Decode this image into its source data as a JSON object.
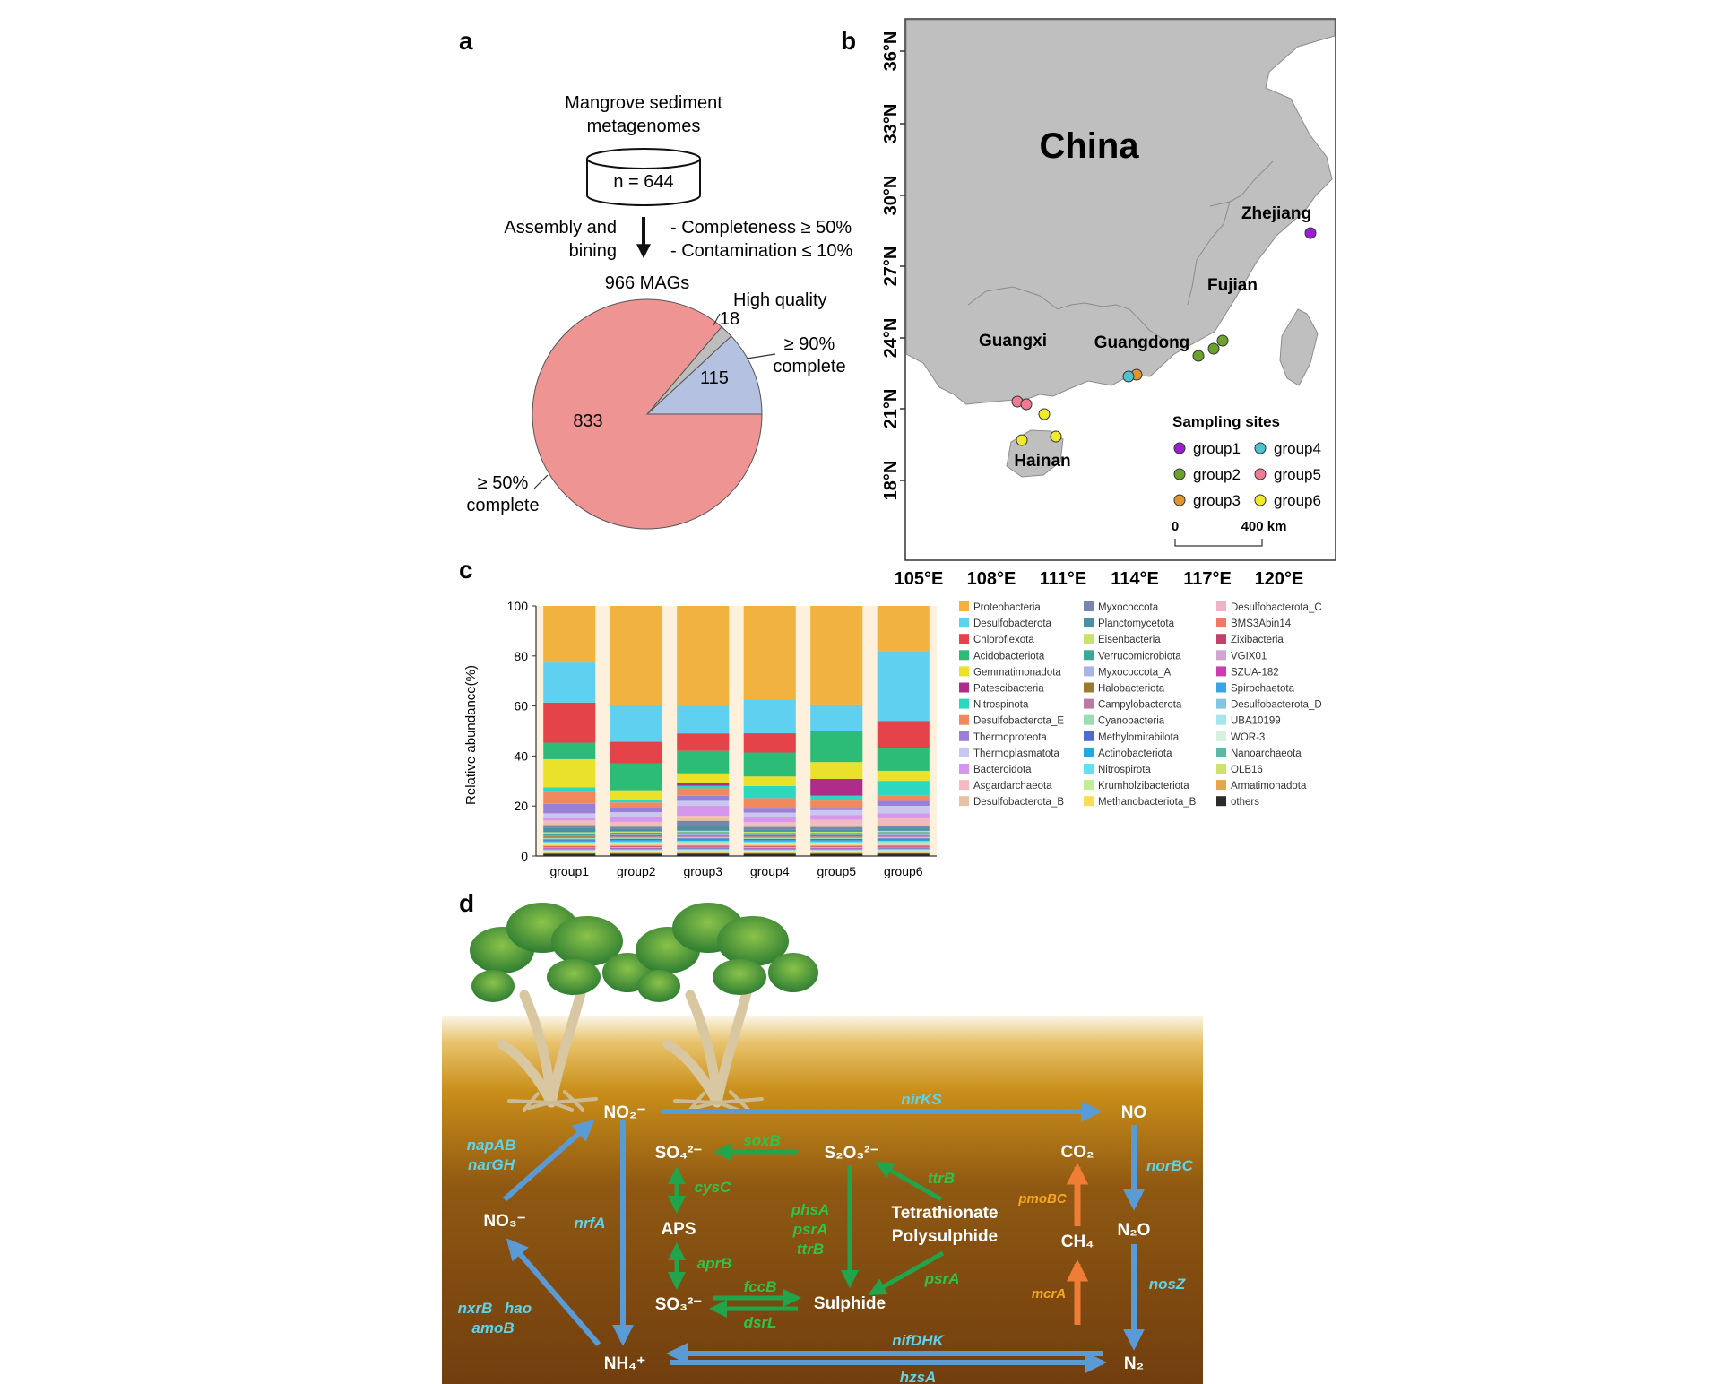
{
  "panels": {
    "a": {
      "letter": "a",
      "db_title_1": "Mangrove sediment",
      "db_title_2": "metagenomes",
      "db_count": "n = 644",
      "step_left_1": "Assembly and",
      "step_left_2": "bining",
      "criteria_1": "- Completeness ≥ 50%",
      "criteria_2": "- Contamination ≤ 10%",
      "mags": "966 MAGs",
      "pie": [
        {
          "label": "833",
          "value": 833,
          "color": "#ee9593",
          "desc_1": "≥ 50%",
          "desc_2": "complete"
        },
        {
          "label": "115",
          "value": 115,
          "color": "#b4c1e0",
          "desc_1": "≥ 90%",
          "desc_2": "complete"
        },
        {
          "label": "18",
          "value": 18,
          "color": "#bdbdbd",
          "desc_1": "High quality",
          "desc_2": ""
        }
      ]
    },
    "b": {
      "letter": "b",
      "country": "China",
      "provinces": [
        "Zhejiang",
        "Fujian",
        "Guangxi",
        "Guangdong",
        "Hainan"
      ],
      "lat_ticks": [
        "36°N",
        "33°N",
        "30°N",
        "27°N",
        "24°N",
        "21°N",
        "18°N"
      ],
      "lon_ticks": [
        "105°E",
        "108°E",
        "111°E",
        "114°E",
        "117°E",
        "120°E"
      ],
      "legend_title": "Sampling sites",
      "groups": [
        {
          "name": "group1",
          "color": "#9b1fd1"
        },
        {
          "name": "group2",
          "color": "#6aa22c"
        },
        {
          "name": "group3",
          "color": "#e2952d"
        },
        {
          "name": "group4",
          "color": "#4fc1cf"
        },
        {
          "name": "group5",
          "color": "#ee7d93"
        },
        {
          "name": "group6",
          "color": "#f0ea2e"
        }
      ],
      "scale_start": "0",
      "scale_end": "400 km"
    },
    "c": {
      "letter": "c"
    },
    "d": {
      "letter": "d",
      "nitrogen": {
        "no2": "NO₂⁻",
        "no": "NO",
        "no3": "NO₃⁻",
        "n2o": "N₂O",
        "nh4": "NH₄⁺",
        "n2": "N₂",
        "g_nirks": "nirKS",
        "g_norbc": "norBC",
        "g_nosz": "nosZ",
        "g_napab": "napAB",
        "g_nargh": "narGH",
        "g_nrfa": "nrfA",
        "g_nxrb": "nxrB",
        "g_hao": "hao",
        "g_amob": "amoB",
        "g_nifdhk": "nifDHK",
        "g_hzsa": "hzsA"
      },
      "sulfur": {
        "so4": "SO₄²⁻",
        "s2o3": "S₂O₃²⁻",
        "aps": "APS",
        "so3": "SO₃²⁻",
        "sulphide": "Sulphide",
        "tetra": "Tetrathionate",
        "poly": "Polysulphide",
        "g_soxb": "soxB",
        "g_cysc": "cysC",
        "g_aprb": "aprB",
        "g_fccb": "fccB",
        "g_dsrl": "dsrL",
        "g_ttrb": "ttrB",
        "g_phsa": "phsA",
        "g_psra": "psrA",
        "g_ttrb2": "ttrB",
        "g_psra2": "psrA"
      },
      "carbon": {
        "co2": "CO₂",
        "ch4": "CH₄",
        "g_pmobc": "pmoBC",
        "g_mcra": "mcrA"
      }
    }
  },
  "chart_data": {
    "type": "bar",
    "stacked": true,
    "ylabel": "Relative abundance(%)",
    "ylim": [
      0,
      100
    ],
    "yticks": [
      0,
      20,
      40,
      60,
      80,
      100
    ],
    "categories": [
      "group1",
      "group2",
      "group3",
      "group4",
      "group5",
      "group6"
    ],
    "series": [
      {
        "name": "Proteobacteria",
        "color": "#f2b23f",
        "values": [
          24,
          41,
          40,
          39,
          41,
          18
        ]
      },
      {
        "name": "Desulfobacterota",
        "color": "#5fd0ef",
        "values": [
          17,
          15,
          11,
          14,
          11,
          28
        ]
      },
      {
        "name": "Chloroflexota",
        "color": "#e4434a",
        "values": [
          17,
          9,
          7,
          8,
          0,
          11
        ]
      },
      {
        "name": "Acidobacteriota",
        "color": "#2dbb78",
        "values": [
          7,
          11,
          9,
          10,
          13,
          9
        ]
      },
      {
        "name": "Gemmatimonadota",
        "color": "#eae12b",
        "values": [
          12,
          4,
          4,
          4,
          7,
          4
        ]
      },
      {
        "name": "Patescibacteria",
        "color": "#b02c8a",
        "values": [
          0,
          0,
          1,
          0,
          7,
          0
        ]
      },
      {
        "name": "Nitrospinota",
        "color": "#2cd8bf",
        "values": [
          2,
          1,
          1,
          5,
          2,
          6
        ]
      },
      {
        "name": "Desulfobacterota_E",
        "color": "#f08a5e",
        "values": [
          5,
          2,
          3,
          4,
          3,
          2
        ]
      },
      {
        "name": "Thermoproteota",
        "color": "#9a7fd6",
        "values": [
          4,
          2,
          2,
          2,
          1,
          2
        ]
      },
      {
        "name": "Thermoplasmatota",
        "color": "#c9c6ef",
        "values": [
          2,
          2,
          2,
          2,
          2,
          3
        ]
      },
      {
        "name": "Bacteroidota",
        "color": "#d597ee",
        "values": [
          1,
          2,
          4,
          2,
          2,
          2
        ]
      },
      {
        "name": "Asgardarchaeota",
        "color": "#f4bac0",
        "values": [
          1,
          1,
          1,
          1,
          2,
          2
        ]
      },
      {
        "name": "Desulfobacterota_B",
        "color": "#e7c2a4",
        "values": [
          1,
          1,
          1,
          1,
          1,
          1
        ]
      },
      {
        "name": "Myxococcota",
        "color": "#7a84b1",
        "values": [
          1,
          1,
          2,
          1,
          1,
          1
        ]
      },
      {
        "name": "Planctomycetota",
        "color": "#4a8fa3",
        "values": [
          2,
          1,
          2,
          1,
          1,
          1
        ]
      },
      {
        "name": "Eisenbacteria",
        "color": "#c9e26a",
        "values": [
          0.5,
          0.5,
          0.5,
          0.5,
          0.5,
          0.5
        ]
      },
      {
        "name": "Verrucomicrobiota",
        "color": "#3aa997",
        "values": [
          0.5,
          0.5,
          0.5,
          0.5,
          0.5,
          0.5
        ]
      },
      {
        "name": "Myxococcota_A",
        "color": "#a9b5e3",
        "values": [
          0.5,
          0.5,
          0.5,
          0.5,
          0.5,
          0.5
        ]
      },
      {
        "name": "Halobacteriota",
        "color": "#9b7b2f",
        "values": [
          0.5,
          0.5,
          0.5,
          0.5,
          0.5,
          0.5
        ]
      },
      {
        "name": "Campylobacterota",
        "color": "#bb79a4",
        "values": [
          0.5,
          0.5,
          0.5,
          0.5,
          0.5,
          0.5
        ]
      },
      {
        "name": "Cyanobacteria",
        "color": "#9cdbb4",
        "values": [
          0.5,
          0.5,
          0.5,
          0.5,
          0.5,
          0.5
        ]
      },
      {
        "name": "Methylomirabilota",
        "color": "#4d6bd2",
        "values": [
          0.5,
          0.5,
          0.5,
          0.5,
          0.5,
          0.5
        ]
      },
      {
        "name": "Actinobacteriota",
        "color": "#25a7e0",
        "values": [
          0.5,
          0.5,
          0.5,
          0.5,
          0.5,
          0.5
        ]
      },
      {
        "name": "Nitrospirota",
        "color": "#62e1ee",
        "values": [
          0.5,
          0.5,
          0.5,
          0.5,
          0.5,
          0.5
        ]
      },
      {
        "name": "Krumholzibacteriota",
        "color": "#c0ee94",
        "values": [
          0.5,
          0.5,
          0.5,
          0.5,
          0.5,
          0.5
        ]
      },
      {
        "name": "Methanobacteriota_B",
        "color": "#f8dc5a",
        "values": [
          0.5,
          0.5,
          0.5,
          0.5,
          0.5,
          0.5
        ]
      },
      {
        "name": "Desulfobacterota_C",
        "color": "#f0b3c6",
        "values": [
          0.3,
          0.3,
          0.3,
          0.3,
          0.3,
          0.3
        ]
      },
      {
        "name": "BMS3Abin14",
        "color": "#eb7b62",
        "values": [
          0.3,
          0.3,
          0.3,
          0.3,
          0.3,
          0.3
        ]
      },
      {
        "name": "Zixibacteria",
        "color": "#c43f69",
        "values": [
          0.3,
          0.3,
          0.3,
          0.3,
          0.3,
          0.3
        ]
      },
      {
        "name": "VGIX01",
        "color": "#d0a5cf",
        "values": [
          0.3,
          0.3,
          0.3,
          0.3,
          0.3,
          0.3
        ]
      },
      {
        "name": "SZUA-182",
        "color": "#c83fad",
        "values": [
          0.3,
          0.3,
          0.3,
          0.3,
          0.3,
          0.3
        ]
      },
      {
        "name": "Spirochaetota",
        "color": "#3da3e3",
        "values": [
          0.3,
          0.3,
          0.3,
          0.3,
          0.3,
          0.3
        ]
      },
      {
        "name": "Desulfobacterota_D",
        "color": "#85c5e3",
        "values": [
          0.3,
          0.3,
          0.3,
          0.3,
          0.3,
          0.3
        ]
      },
      {
        "name": "UBA10199",
        "color": "#a5e6ec",
        "values": [
          0.3,
          0.3,
          0.3,
          0.3,
          0.3,
          0.3
        ]
      },
      {
        "name": "WOR-3",
        "color": "#d6f1e0",
        "values": [
          0.3,
          0.3,
          0.3,
          0.3,
          0.3,
          0.3
        ]
      },
      {
        "name": "Nanoarchaeota",
        "color": "#5eb6a6",
        "values": [
          0.3,
          0.3,
          0.3,
          0.3,
          0.3,
          0.3
        ]
      },
      {
        "name": "OLB16",
        "color": "#cfe26f",
        "values": [
          0.3,
          0.3,
          0.3,
          0.3,
          0.3,
          0.3
        ]
      },
      {
        "name": "Armatimonadota",
        "color": "#e3a84a",
        "values": [
          0.3,
          0.3,
          0.3,
          0.3,
          0.3,
          0.3
        ]
      },
      {
        "name": "others",
        "color": "#2b2b2b",
        "values": [
          1,
          1,
          1,
          1,
          1,
          1
        ]
      }
    ]
  }
}
